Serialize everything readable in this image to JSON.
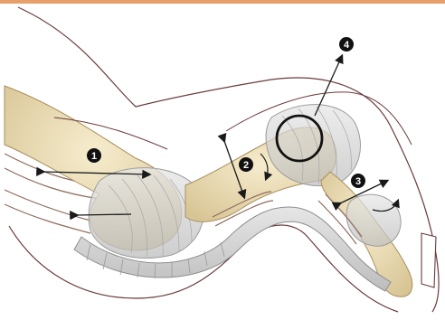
{
  "markers": [
    {
      "id": "m1",
      "label": "1"
    },
    {
      "id": "m2",
      "label": "2"
    },
    {
      "id": "m3",
      "label": "3"
    },
    {
      "id": "m4",
      "label": "4"
    }
  ],
  "colors": {
    "bone": "#efe3bf",
    "bone_shade": "#dcc99a",
    "capsule": "#d6d6d6",
    "capsule_line": "#9c9c9c",
    "skin_outline": "#6b3b3b",
    "arrow": "#1a1a1a",
    "marker_fill": "#111111",
    "accent_rule": "#e8a06a"
  }
}
